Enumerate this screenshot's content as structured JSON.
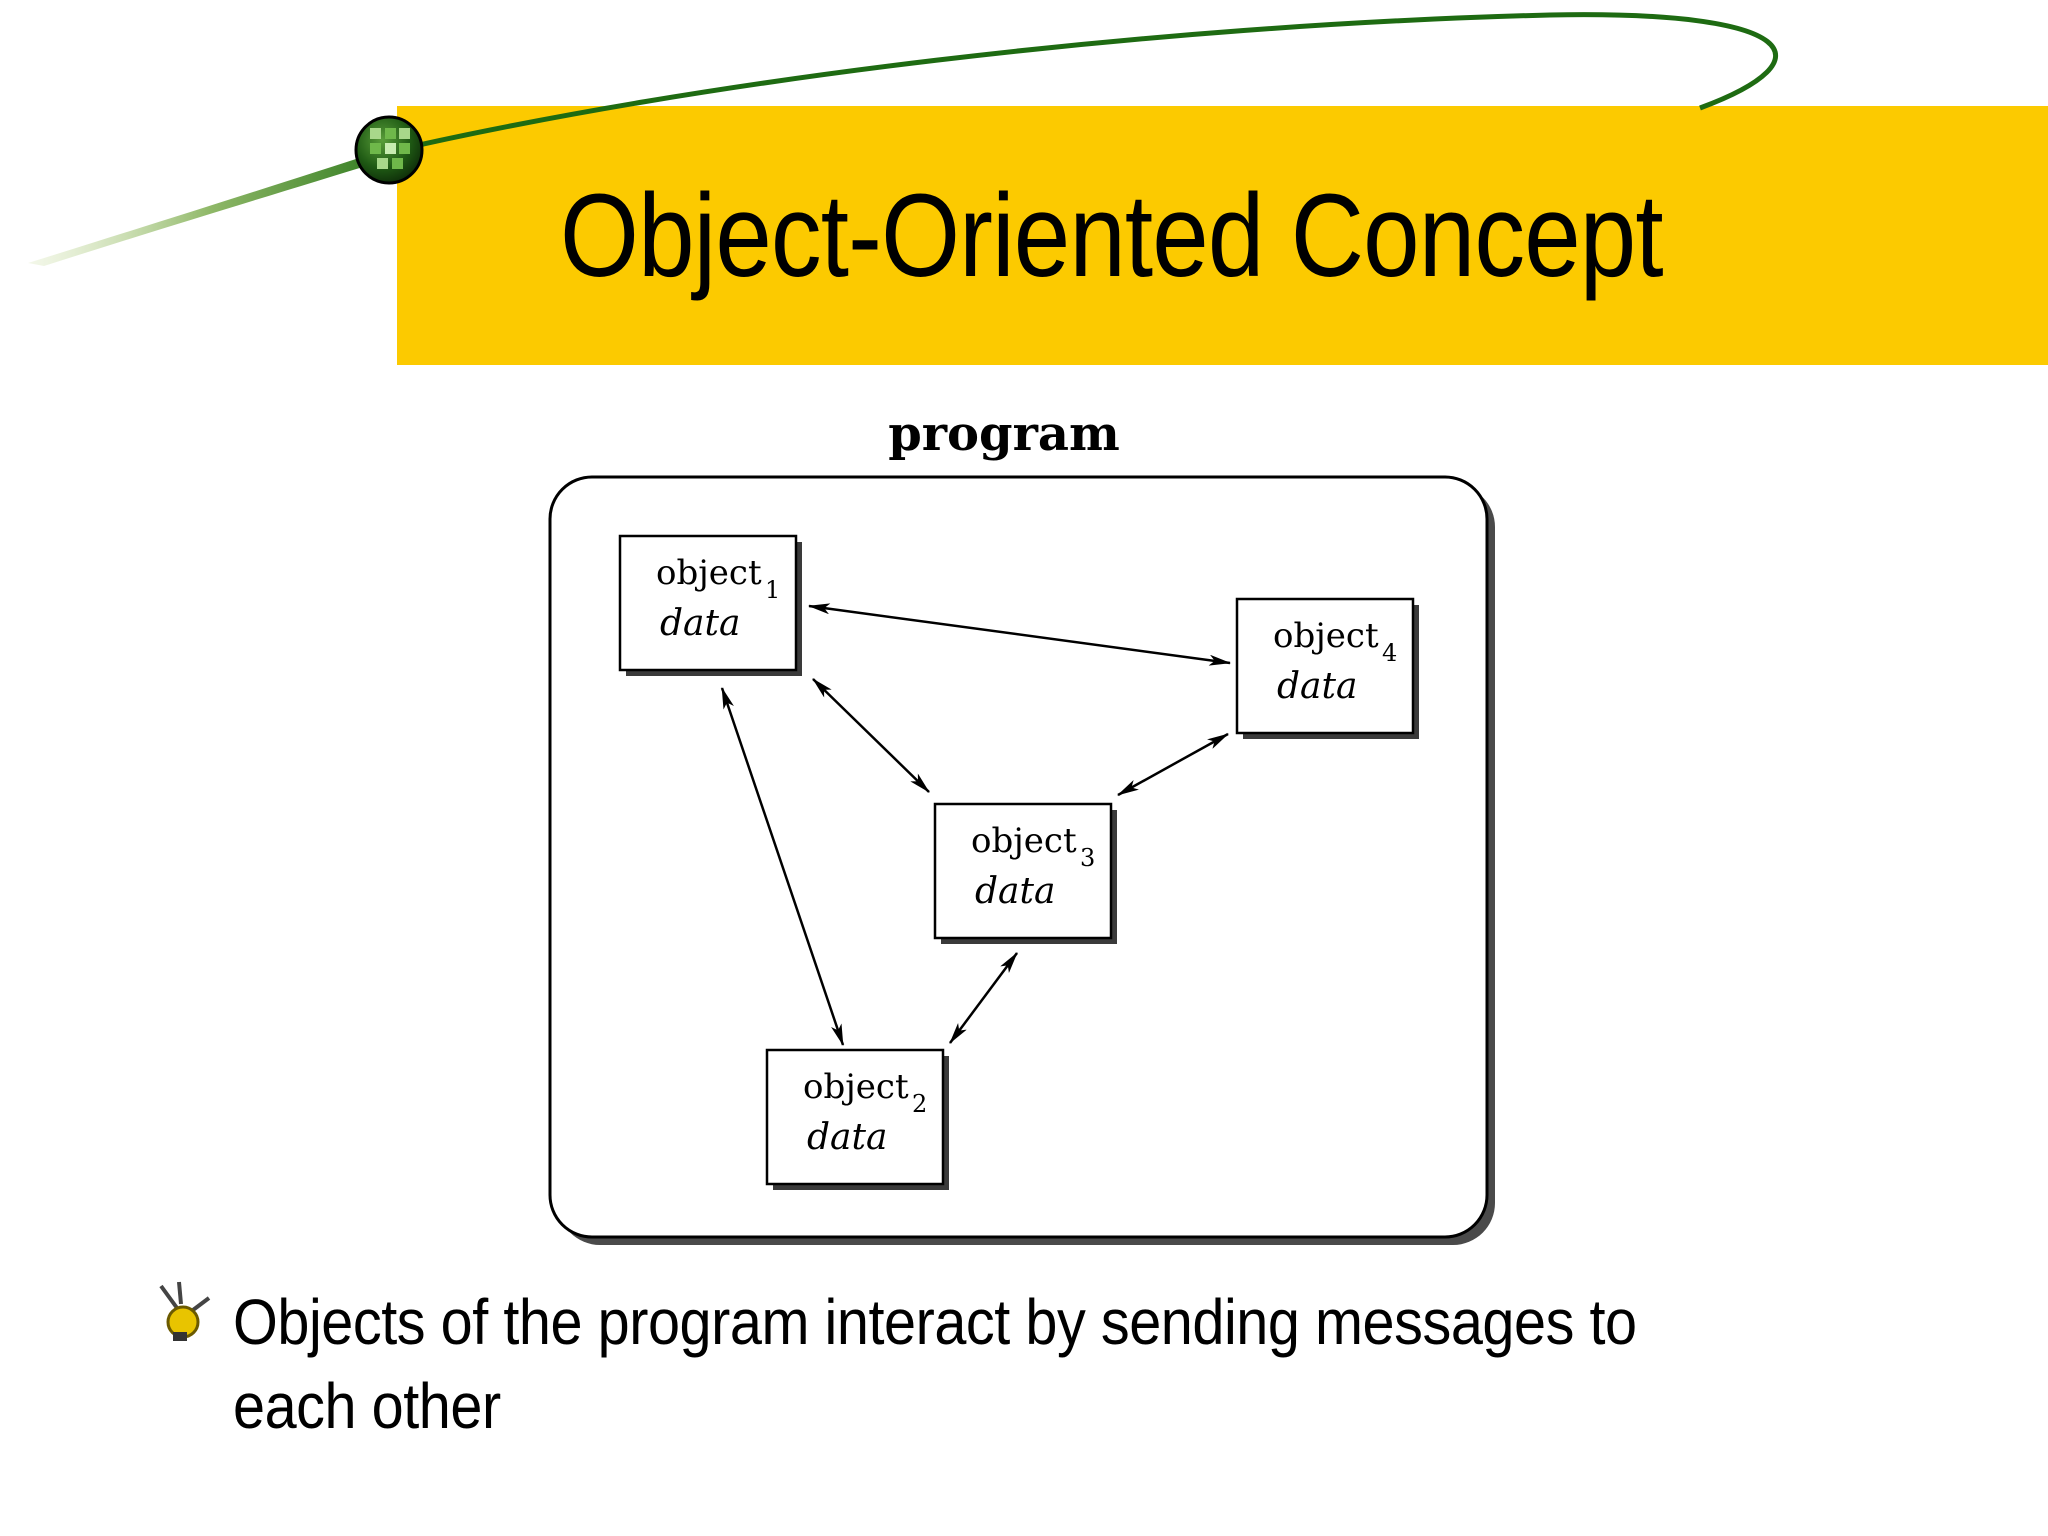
{
  "slide": {
    "title": "Object-Oriented Concept",
    "bullet_text": "Objects of the program interact by sending messages to each other"
  },
  "diagram": {
    "container_label": "program",
    "objects": [
      {
        "id": "object1",
        "name": "object",
        "subscript": "1",
        "field": "data"
      },
      {
        "id": "object4",
        "name": "object",
        "subscript": "4",
        "field": "data"
      },
      {
        "id": "object3",
        "name": "object",
        "subscript": "3",
        "field": "data"
      },
      {
        "id": "object2",
        "name": "object",
        "subscript": "2",
        "field": "data"
      }
    ],
    "connections": [
      {
        "from": "object1",
        "to": "object4",
        "bidirectional": true
      },
      {
        "from": "object1",
        "to": "object3",
        "bidirectional": true
      },
      {
        "from": "object1",
        "to": "object2",
        "bidirectional": true
      },
      {
        "from": "object4",
        "to": "object3",
        "bidirectional": true
      },
      {
        "from": "object3",
        "to": "object2",
        "bidirectional": true
      }
    ]
  },
  "colors": {
    "title_band": "#fcca00",
    "swoosh": "#1e6b12",
    "text": "#000000"
  },
  "icons": {
    "bullet": "light-bulb-icon",
    "decoration": "orb-icon"
  }
}
